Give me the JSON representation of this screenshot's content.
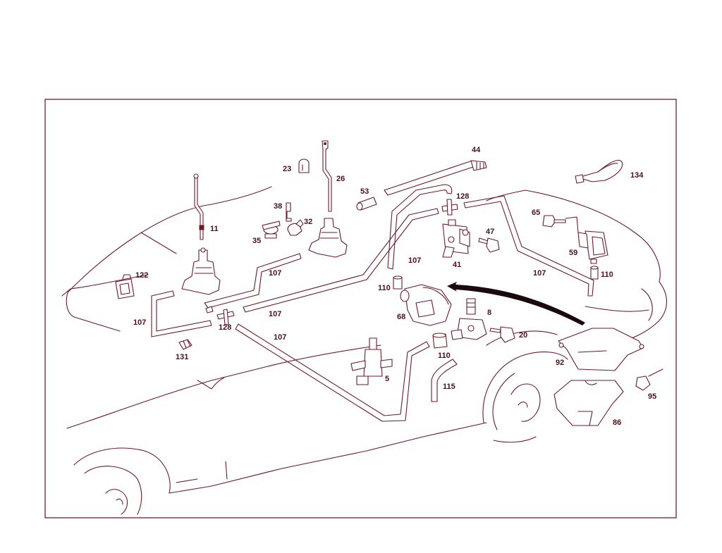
{
  "labels": {
    "p11": "11",
    "p122": "122",
    "p107a": "107",
    "p131": "131",
    "p128a": "128",
    "p35": "35",
    "p38": "38",
    "p32": "32",
    "p107b": "107",
    "p23": "23",
    "p26": "26",
    "p107c": "107",
    "p107d": "107",
    "p53": "53",
    "p44": "44",
    "p128b": "128",
    "p107e": "107",
    "p110a": "110",
    "p68": "68",
    "p47": "47",
    "p41": "41",
    "p107f": "107",
    "p65": "65",
    "p59": "59",
    "p110b": "110",
    "p134": "134",
    "p8": "8",
    "p20": "20",
    "p110c": "110",
    "p5": "5",
    "p115": "115",
    "p92": "92",
    "p95": "95",
    "p86": "86"
  }
}
